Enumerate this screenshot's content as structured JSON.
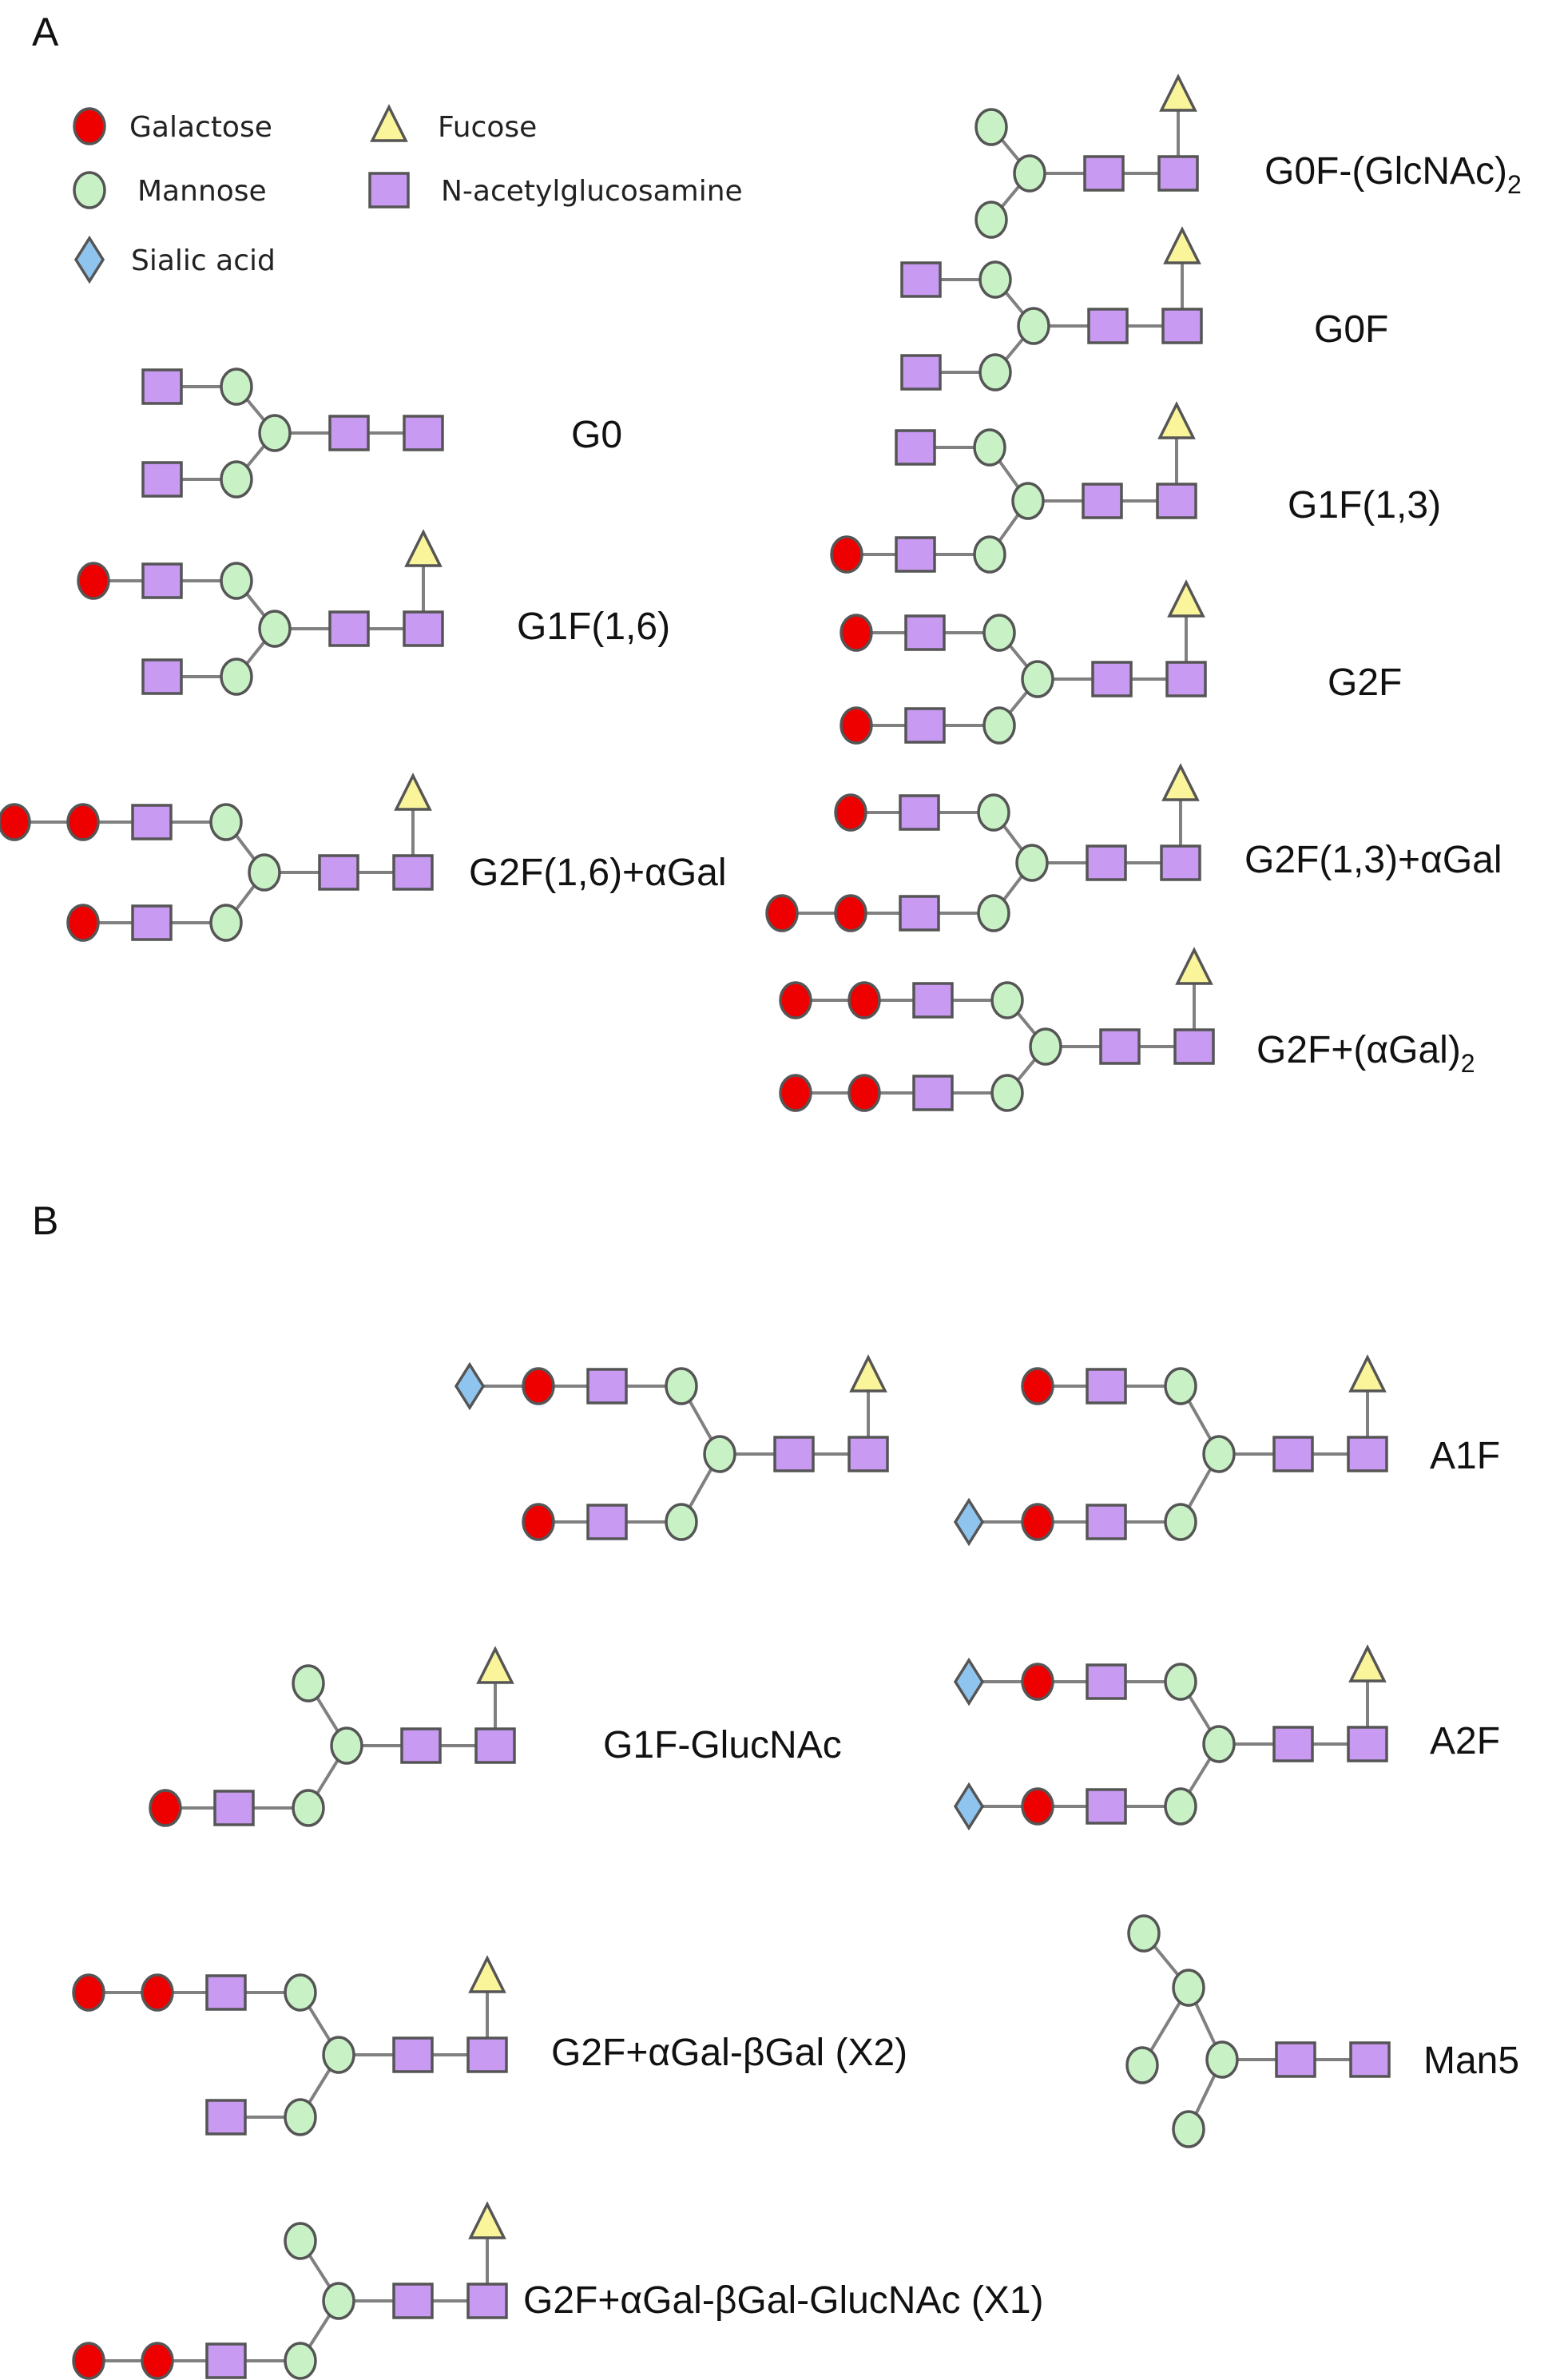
{
  "panels": [
    {
      "id": "A",
      "label": "A"
    },
    {
      "id": "B",
      "label": "B"
    }
  ],
  "colors": {
    "galactose": "#ee0000",
    "mannose": "#c8f2c6",
    "sialic_acid": "#8fc4ee",
    "fucose": "#faf59a",
    "glcnac": "#c89af2"
  },
  "legend": [
    {
      "type": "galactose",
      "shape": "circle",
      "label": "Galactose"
    },
    {
      "type": "fucose",
      "shape": "triangle",
      "label": "Fucose"
    },
    {
      "type": "mannose",
      "shape": "circle",
      "label": "Mannose"
    },
    {
      "type": "glcnac",
      "shape": "square",
      "label": "N-acetylglucosamine"
    },
    {
      "type": "sialic_acid",
      "shape": "diamond",
      "label": "Sialic acid"
    }
  ],
  "glycans": [
    {
      "panel": "A",
      "label": "G0F-(GlcNAc)",
      "sub": "2"
    },
    {
      "panel": "A",
      "label": "G0",
      "sub": ""
    },
    {
      "panel": "A",
      "label": "G0F",
      "sub": ""
    },
    {
      "panel": "A",
      "label": "G1F(1,3)",
      "sub": ""
    },
    {
      "panel": "A",
      "label": "G1F(1,6)",
      "sub": ""
    },
    {
      "panel": "A",
      "label": "G2F",
      "sub": ""
    },
    {
      "panel": "A",
      "label": "G2F(1,6)+αGal",
      "sub": ""
    },
    {
      "panel": "A",
      "label": "G2F(1,3)+αGal",
      "sub": ""
    },
    {
      "panel": "A",
      "label": "G2F+(αGal)",
      "sub": "2"
    },
    {
      "panel": "B",
      "label": "",
      "sub": ""
    },
    {
      "panel": "B",
      "label": "A1F",
      "sub": ""
    },
    {
      "panel": "B",
      "label": "G1F-GlucNAc",
      "sub": ""
    },
    {
      "panel": "B",
      "label": "A2F",
      "sub": ""
    },
    {
      "panel": "B",
      "label": "G2F+αGal-βGal (X2)",
      "sub": ""
    },
    {
      "panel": "B",
      "label": "Man5",
      "sub": ""
    },
    {
      "panel": "B",
      "label": "G2F+αGal-βGal-GlucNAc (X1)",
      "sub": ""
    }
  ]
}
